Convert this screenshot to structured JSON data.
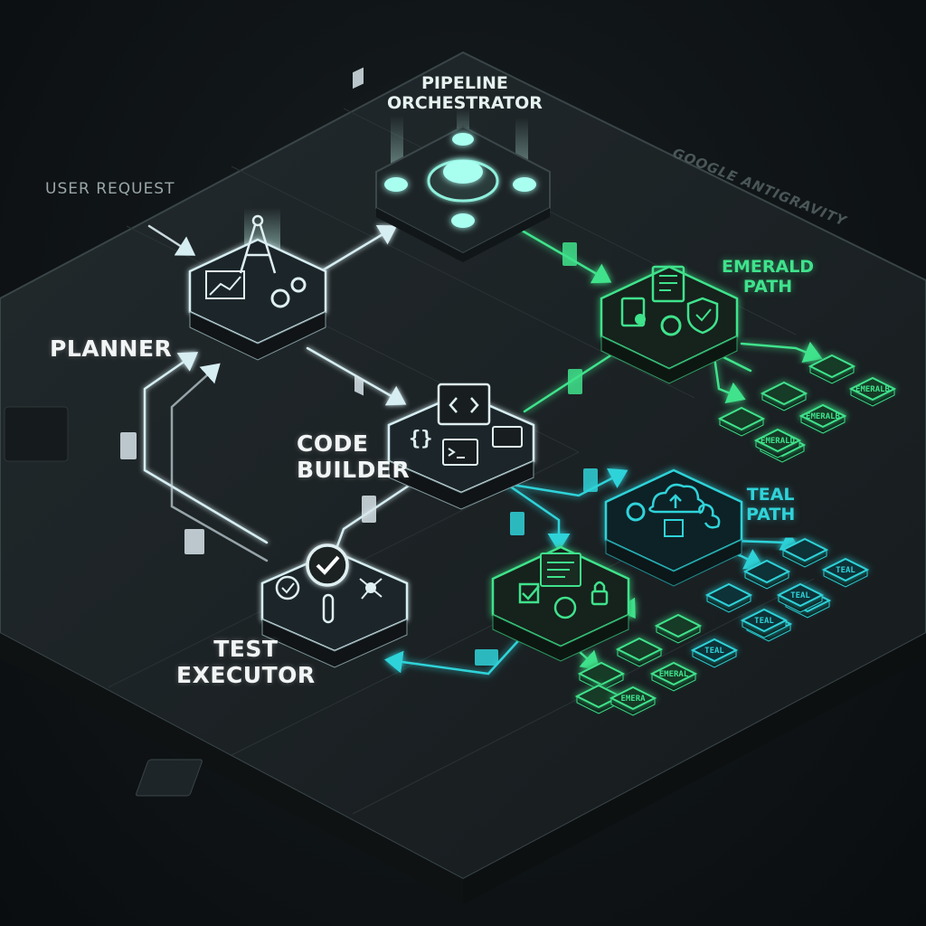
{
  "labels": {
    "orchestrator": "PIPELINE\nORCHESTRATOR",
    "user_request": "USER REQUEST",
    "planner": "PLANNER",
    "code_builder": "CODE\nBUILDER",
    "test_executor": "TEST\nEXECUTOR",
    "emerald_path": "EMERALD\nPATH",
    "teal_path": "TEAL\nPATH",
    "watermark": "GOOGLE ANTIGRAVITY"
  },
  "tiles": {
    "emerald": [
      "EMERALB",
      "EMERALB",
      "EMERALD"
    ],
    "teal": [
      "TEAL",
      "TEAL",
      "TEAL",
      "TEAL"
    ],
    "lower": [
      "TEAL",
      "EMERAL",
      "EMERA"
    ]
  },
  "icons": {
    "planner": [
      "compass-icon",
      "blueprint-chart-icon",
      "gears-icon"
    ],
    "code_builder": [
      "code-window-icon",
      "braces-icon",
      "folder-icon",
      "terminal-icon"
    ],
    "test_executor": [
      "checkmark-circle-icon",
      "timer-check-icon",
      "test-tube-icon",
      "network-node-icon"
    ],
    "emerald_node": [
      "document-edit-icon",
      "document-check-icon",
      "gear-icon",
      "shield-check-icon"
    ],
    "teal_node": [
      "cloud-upload-icon",
      "gear-icon",
      "scan-icon",
      "link-icon"
    ],
    "qa_node": [
      "checklist-icon",
      "checkbox-icon",
      "globe-check-icon",
      "lock-icon"
    ]
  },
  "colors": {
    "emerald": "#3fe38c",
    "teal": "#2fd3d9",
    "white_glow": "#cfe9f0",
    "platform": "#1a1f22"
  }
}
